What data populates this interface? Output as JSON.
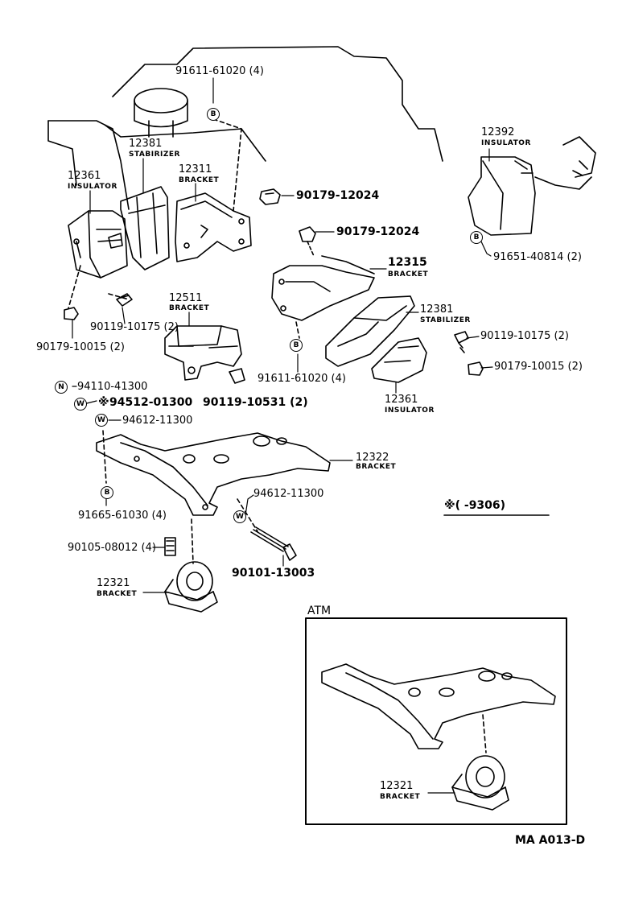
{
  "labels": {
    "p91611_61020_top": "91611-61020 (4)",
    "p12381_top": "12381",
    "p12381_top_sub": "STABIRIZER",
    "p12311": "12311",
    "p12311_sub": "BRACKET",
    "p12361": "12361",
    "p12361_sub": "INSULATOR",
    "p90179_12024_a": "90179-12024",
    "p90179_12024_b": "90179-12024",
    "p12315": "12315",
    "p12315_sub": "BRACKET",
    "p12392": "12392",
    "p12392_sub": "INSULATOR",
    "p91651_40814": "91651-40814 (2)",
    "p12511": "12511",
    "p12511_sub": "BRACKET",
    "p90119_10175_left": "90119-10175 (2)",
    "p90179_10015_left": "90179-10015 (2)",
    "p12381_right": "12381",
    "p12381_right_sub": "STABILIZER",
    "p90119_10175_right": "90119-10175 (2)",
    "p90179_10015_right": "90179-10015 (2)",
    "p91611_61020_mid": "91611-61020 (4)",
    "p12361_right": "12361",
    "p12361_right_sub": "INSULATOR",
    "p94110_41300": "94110-41300",
    "p94512_01300": "94512-01300",
    "p90119_10531": "90119-10531 (2)",
    "p94612_11300_a": "94612-11300",
    "p12322": "12322",
    "p12322_sub": "BRACKET",
    "p91665_61030": "91665-61030 (4)",
    "p94612_11300_b": "94612-11300",
    "p90105_08012": "90105-08012 (4)",
    "p90101_13003": "90101-13003",
    "p12321": "12321",
    "p12321_sub": "BRACKET",
    "p12321_atm": "12321",
    "p12321_atm_sub": "BRACKET",
    "date_note": "※(      -9306)",
    "atm_title": "ATM",
    "code": "MA  A013-D",
    "star_mark": "※",
    "sym_b": "B",
    "sym_n": "N",
    "sym_w": "W"
  },
  "style": {
    "line_color": "#000000",
    "background": "#ffffff"
  }
}
